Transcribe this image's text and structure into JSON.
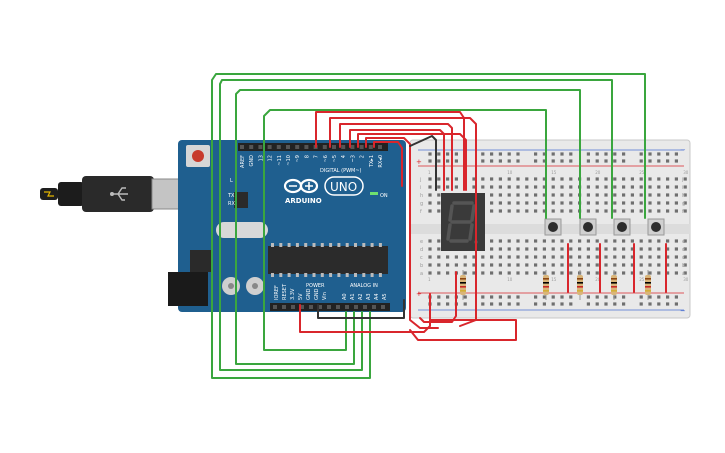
{
  "board": {
    "name": "ARDUINO",
    "model": "UNO",
    "digital_label": "DIGITAL (PWM~)",
    "analog_label": "ANALOG IN",
    "power_label": "POWER",
    "on_label": "ON",
    "tx_label": "TX",
    "rx_label": "RX",
    "l_label": "L",
    "digital_pins": [
      "AREF",
      "GND",
      "13",
      "12",
      "~11",
      "~10",
      "~9",
      "8",
      "7",
      "~6",
      "~5",
      "4",
      "~3",
      "2",
      "TX▸1",
      "RX◂0"
    ],
    "power_pins": [
      "IOREF",
      "RESET",
      "3.3V",
      "5V",
      "GND",
      "GND",
      "Vin"
    ],
    "analog_pins": [
      "A0",
      "A1",
      "A2",
      "A3",
      "A4",
      "A5"
    ]
  },
  "breadboard": {
    "row_letters_top": [
      "j",
      "i",
      "h",
      "g",
      "f"
    ],
    "row_letters_bottom": [
      "e",
      "d",
      "c",
      "b",
      "a"
    ],
    "column_numbers": [
      "1",
      "5",
      "10",
      "15",
      "20",
      "25",
      "30"
    ],
    "rail_plus": "+",
    "rail_minus": "−"
  },
  "colors": {
    "board": "#1f5f8f",
    "wire_red": "#d9262c",
    "wire_green": "#3aa63e",
    "wire_black": "#333333",
    "breadboard": "#e9e9e9"
  }
}
